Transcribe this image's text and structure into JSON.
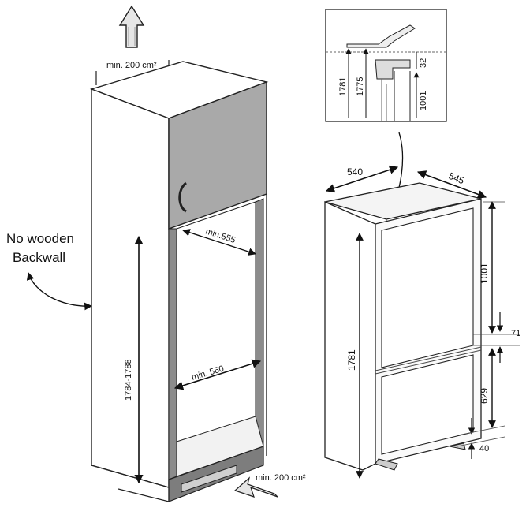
{
  "cabinet": {
    "vent_top": "min. 200 cm²",
    "vent_bottom": "min. 200 cm²",
    "width_top": "min.555",
    "width_mid": "min. 560",
    "height": "1784-1788",
    "note_line1": "No wooden",
    "note_line2": "Backwall"
  },
  "appliance": {
    "depth": "540",
    "width": "545",
    "height_total": "1781",
    "upper_section": "1001",
    "gap": "71",
    "lower_section": "629",
    "base": "40"
  },
  "detail": {
    "h1781": "1781",
    "h1775": "1775",
    "h32": "32",
    "h1001": "1001"
  },
  "colors": {
    "line": "#222222",
    "panel_face": "#a9a9a9",
    "panel_side": "#c8c8c8",
    "frame": "#8c8c8c",
    "base": "#7d7d7d"
  }
}
